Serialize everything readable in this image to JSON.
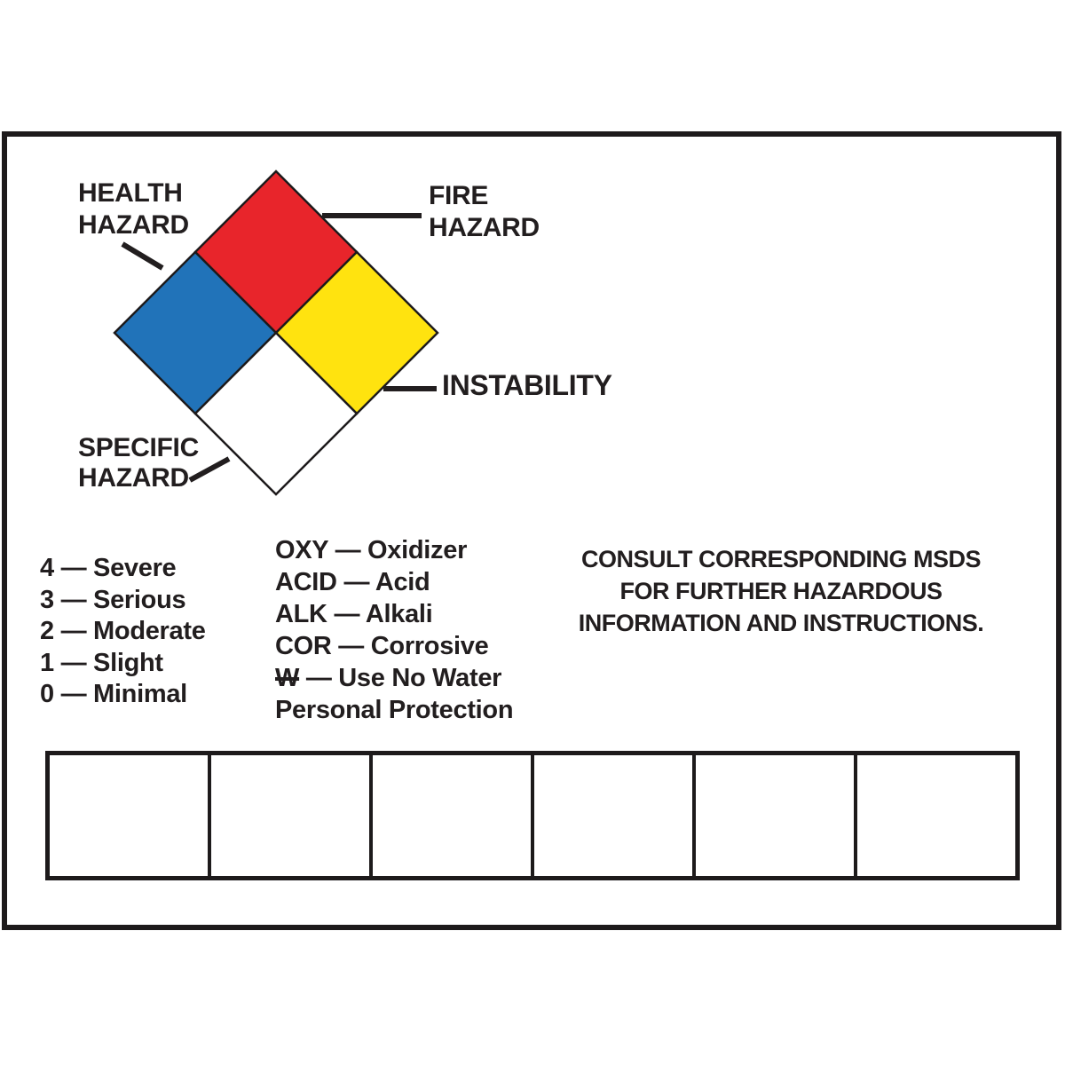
{
  "label": {
    "ink_color": "#221e1f",
    "diamond": {
      "health": {
        "label": "HEALTH\nHAZARD",
        "color": "#2173b9"
      },
      "fire": {
        "label": "FIRE\nHAZARD",
        "color": "#e8252b"
      },
      "instability": {
        "label": "INSTABILITY",
        "color": "#ffe30f"
      },
      "specific": {
        "label": "SPECIFIC\nHAZARD",
        "color": "#ffffff"
      }
    },
    "severity_scale": [
      "4 — Severe",
      "3 — Serious",
      "2 — Moderate",
      "1 — Slight",
      "0 — Minimal"
    ],
    "hazard_codes": [
      "OXY — Oxidizer",
      "ACID — Acid",
      "ALK — Alkali",
      "COR — Corrosive"
    ],
    "no_water": {
      "code": "W",
      "rest": " — Use No Water"
    },
    "personal_protection": "Personal Protection",
    "msds_note": "CONSULT CORRESPONDING MSDS\nFOR FURTHER HAZARDOUS\nINFORMATION AND INSTRUCTIONS.",
    "write_in_cell_count": "6"
  }
}
